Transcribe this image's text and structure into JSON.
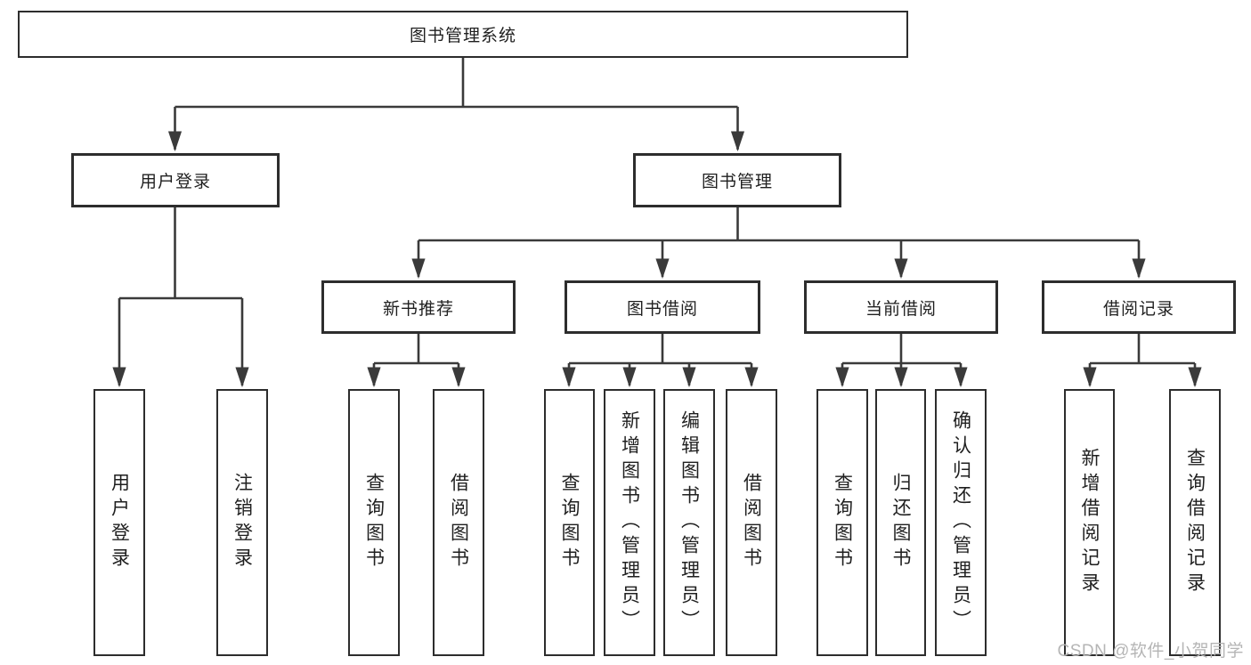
{
  "tree": {
    "label": "图书管理系统",
    "children": [
      {
        "label": "用户登录",
        "children": [
          {
            "label": "用户登录"
          },
          {
            "label": "注销登录"
          }
        ]
      },
      {
        "label": "图书管理",
        "children": [
          {
            "label": "新书推荐",
            "children": [
              {
                "label": "查询图书"
              },
              {
                "label": "借阅图书"
              }
            ]
          },
          {
            "label": "图书借阅",
            "children": [
              {
                "label": "查询图书"
              },
              {
                "label": "新增图书（管理员）"
              },
              {
                "label": "编辑图书（管理员）"
              },
              {
                "label": "借阅图书"
              }
            ]
          },
          {
            "label": "当前借阅",
            "children": [
              {
                "label": "查询图书"
              },
              {
                "label": "归还图书"
              },
              {
                "label": "确认归还（管理员）"
              }
            ]
          },
          {
            "label": "借阅记录",
            "children": [
              {
                "label": "新增借阅记录"
              },
              {
                "label": "查询借阅记录"
              }
            ]
          }
        ]
      }
    ]
  },
  "watermark": {
    "text": "CSDN @软件_小贺同学"
  },
  "colors": {
    "line": "#3a3a3a",
    "box_border": "#2d2d2d",
    "text": "#1f1f1f",
    "watermark": "#b5b5b5",
    "background": "#ffffff"
  }
}
